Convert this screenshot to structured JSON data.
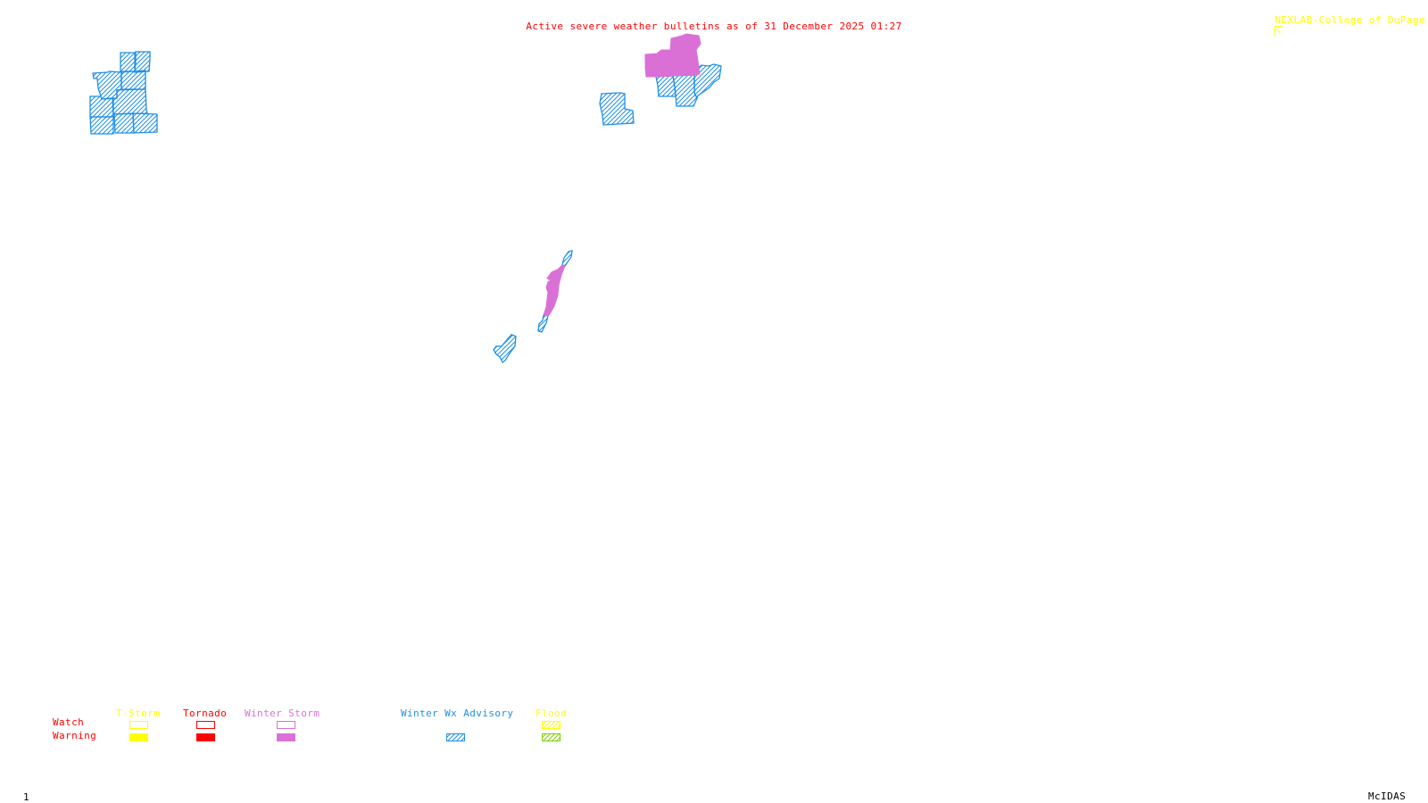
{
  "header": {
    "title": "Active severe weather bulletins as of 31 December 2025 01:27",
    "credit": "NEXLAB-College of DuPage",
    "credit_icon": "nexlab-logo-icon"
  },
  "colors": {
    "title": "#ff0000",
    "credit": "#ffff00",
    "tstorm": "#ffff00",
    "tornado": "#ff0000",
    "winter_storm": "#da70d6",
    "winter_advisory": "#1e90e6",
    "flood_watch": "#ffff00",
    "flood_warning": "#7ccd00",
    "row_label": "#ff0000",
    "footer": "#000000"
  },
  "map": {
    "areas": [
      {
        "type": "Winter Wx Advisory",
        "region": "northwest",
        "count": 10
      },
      {
        "type": "Winter Wx Advisory",
        "region": "north-central",
        "count": 4
      },
      {
        "type": "Winter Storm Warning",
        "region": "north-central",
        "count": 1
      },
      {
        "type": "Winter Wx Advisory",
        "region": "central-strip",
        "count": 3
      },
      {
        "type": "Winter Storm Warning",
        "region": "central-strip",
        "count": 1
      }
    ]
  },
  "legend": {
    "row_labels": {
      "watch": "Watch",
      "warning": "Warning"
    },
    "columns": [
      {
        "key": "tstorm",
        "label": "T-Storm",
        "watch": "outline",
        "warning": "filled"
      },
      {
        "key": "tornado",
        "label": "Tornado",
        "watch": "outline",
        "warning": "filled"
      },
      {
        "key": "winter_storm",
        "label": "Winter Storm",
        "watch": "outline",
        "warning": "filled"
      },
      {
        "key": "winter_advisory",
        "label": "Winter Wx Advisory",
        "watch": "none",
        "warning": "hatched"
      },
      {
        "key": "flood",
        "label": "Flood",
        "watch": "hatched",
        "warning": "hatched"
      }
    ]
  },
  "footer": {
    "frame_number": "1",
    "software": "McIDAS"
  }
}
